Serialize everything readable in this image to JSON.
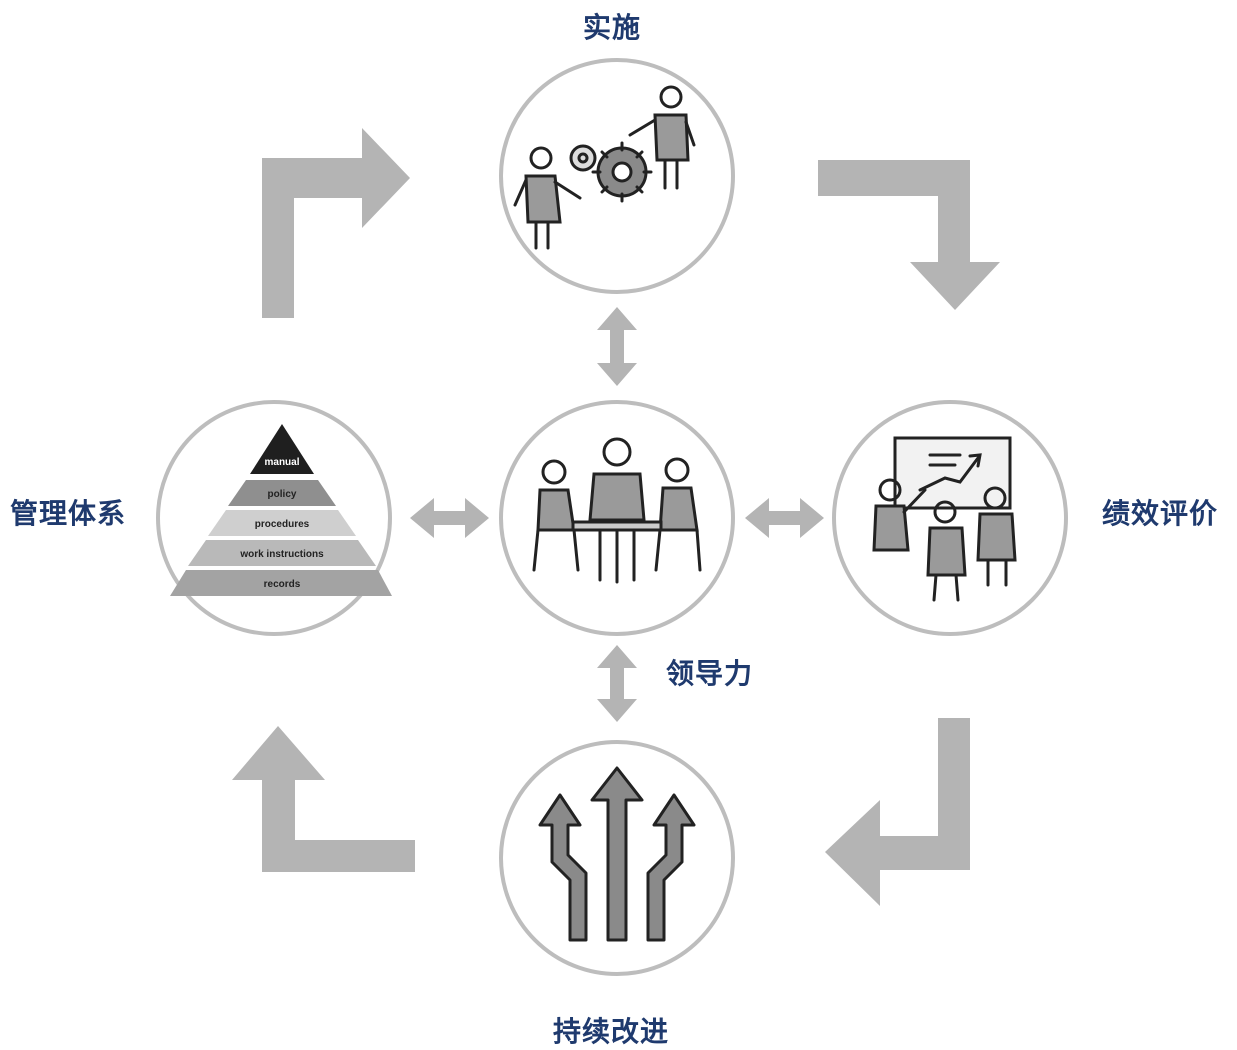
{
  "labels": {
    "top": "实施",
    "left": "管理体系",
    "right": "绩效评价",
    "bottom": "持续改进",
    "center": "领导力"
  },
  "pyramid": {
    "levels": [
      "manual",
      "policy",
      "procedures",
      "work instructions",
      "records"
    ]
  },
  "colors": {
    "label_text": "#1f3a6e",
    "arrow_gray": "#b4b4b4",
    "circle_stroke": "#bdbdbd"
  },
  "icons": {
    "top": "engineers-with-gears-icon",
    "center": "leadership-meeting-icon",
    "right": "presentation-board-icon",
    "bottom": "improvement-arrows-icon",
    "left": "document-pyramid-icon"
  }
}
